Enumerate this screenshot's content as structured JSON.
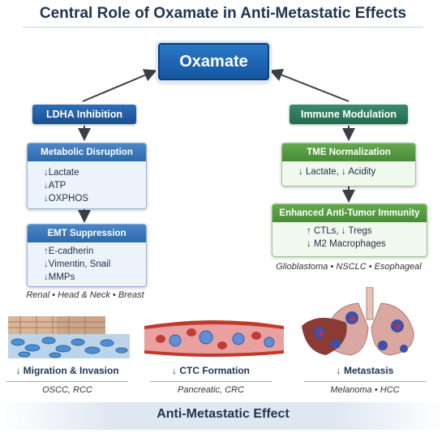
{
  "title": "Central Role of Oxamate in Anti-Metastatic Effects",
  "center": "Oxamate",
  "left": {
    "header": "LDHA Inhibition",
    "metabolic": {
      "title": "Metabolic Disruption",
      "items": [
        {
          "arrow": "↓",
          "text": "Lactate"
        },
        {
          "arrow": "↓",
          "text": "ATP"
        },
        {
          "arrow": "↓",
          "text": "OXPHOS"
        }
      ]
    },
    "emt": {
      "title": "EMT Suppression",
      "items": [
        {
          "arrow": "↑",
          "text": "E-cadherin"
        },
        {
          "arrow": "↓",
          "text": "Vimentin, Snail"
        },
        {
          "arrow": "↓",
          "text": "MMPs"
        }
      ]
    },
    "cancers": "Renal • Head & Neck • Breast"
  },
  "right": {
    "header": "Immune Modulation",
    "tme": {
      "title": "TME Normalization",
      "line": "↓ Lactate, ↓ Acidity"
    },
    "immunity": {
      "title": "Enhanced Anti-Tumor Immunity",
      "line1": "↑ CTLs, ↓ Tregs",
      "line2": "↓ M2 Macrophages"
    },
    "cancers": "Glioblastoma • NSCLC • Esophageal"
  },
  "bottom": [
    {
      "label": "↓ Migration & Invasion",
      "note": "OSCC, RCC"
    },
    {
      "label": "↓ CTC Formation",
      "note": "Pancreatic, CRC"
    },
    {
      "label": "↓ Metastasis",
      "note": "Melanoma • HCC"
    }
  ],
  "footer": "Anti-Metastatic Effect",
  "colors": {
    "navy": "#1f3552",
    "blue": "#1c5fa8",
    "green": "#3b8c2e",
    "teal": "#236a50"
  }
}
